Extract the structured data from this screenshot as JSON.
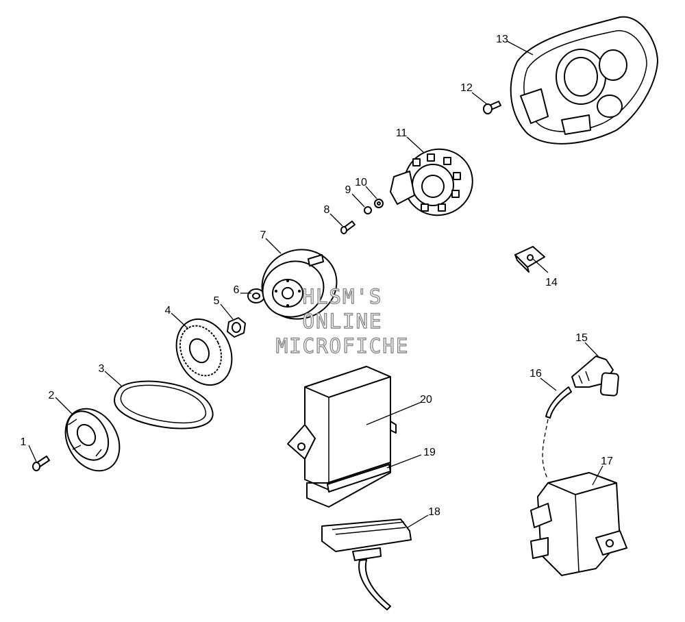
{
  "callouts": [
    {
      "id": "1",
      "label": "1"
    },
    {
      "id": "2",
      "label": "2"
    },
    {
      "id": "3",
      "label": "3"
    },
    {
      "id": "4",
      "label": "4"
    },
    {
      "id": "5",
      "label": "5"
    },
    {
      "id": "6",
      "label": "6"
    },
    {
      "id": "7",
      "label": "7"
    },
    {
      "id": "8",
      "label": "8"
    },
    {
      "id": "9",
      "label": "9"
    },
    {
      "id": "10",
      "label": "10"
    },
    {
      "id": "11",
      "label": "11"
    },
    {
      "id": "12",
      "label": "12"
    },
    {
      "id": "13",
      "label": "13"
    },
    {
      "id": "14",
      "label": "14"
    },
    {
      "id": "15",
      "label": "15"
    },
    {
      "id": "16",
      "label": "16"
    },
    {
      "id": "17",
      "label": "17"
    },
    {
      "id": "18",
      "label": "18"
    },
    {
      "id": "19",
      "label": "19"
    },
    {
      "id": "20",
      "label": "20"
    }
  ],
  "watermark": {
    "line1": "HLSM'S",
    "line2": "ONLINE",
    "line3": "MICROFICHE"
  }
}
